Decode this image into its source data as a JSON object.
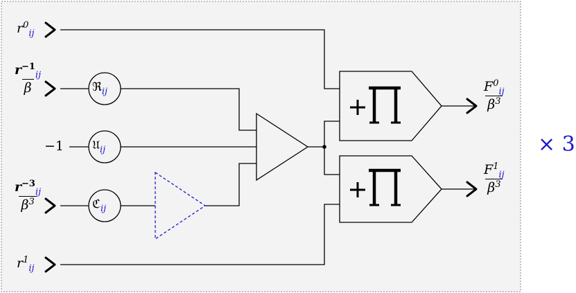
{
  "inputs": {
    "r0": {
      "base": "r",
      "sup": "0",
      "sub": "ij"
    },
    "r1": {
      "base": "r",
      "sup": "1",
      "sub": "ij"
    },
    "rm1": {
      "num_base": "r",
      "num_sup": "−1",
      "num_sub": "ij",
      "den_base": "β",
      "den_sup": ""
    },
    "rm3": {
      "num_base": "r",
      "num_sup": "−3",
      "num_sub": "ij",
      "den_base": "β",
      "den_sup": "3"
    },
    "minus_one": "−1"
  },
  "nodes": {
    "R": {
      "symbol": "ℜ",
      "sub": "ij"
    },
    "U": {
      "symbol": "𝔘",
      "sub": "ij"
    },
    "C": {
      "symbol": "ℭ",
      "sub": "ij"
    }
  },
  "sum_product_label": "+∏",
  "outputs": {
    "F0": {
      "num_base": "F",
      "num_sup": "0",
      "num_sub": "ij",
      "den_base": "β",
      "den_sup": "3"
    },
    "F1": {
      "num_base": "F",
      "num_sup": "1",
      "num_sub": "ij",
      "den_base": "β",
      "den_sup": "3"
    }
  },
  "multiplier": "× 3",
  "colors": {
    "index_blue": "#1a1acc",
    "panel_bg": "#f3f3f3",
    "panel_border": "#9a9a9a",
    "dashed_blue": "#1a1acc"
  }
}
